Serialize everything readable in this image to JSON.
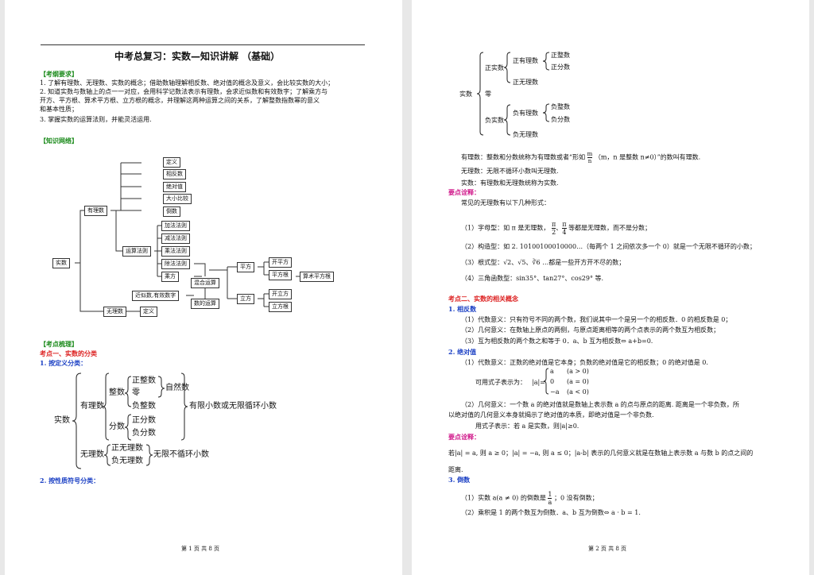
{
  "page1": {
    "title": "中考总复习：实数—知识讲解 （基础）",
    "sec_req": "【考纲要求】",
    "req": [
      "1. 了解有理数、无理数、实数的概念；借助数轴理解相反数、绝对值的概念及意义，会比较实数的大小；",
      "2. 知道实数与数轴上的点一一对应，会用科学记数法表示有理数，会求近似数和有效数字；了解乘方与",
      "    开方、平方根、算术平方根、立方根的概念，并理解这两种运算之间的关系，了解整数指数幂的意义",
      "    和基本性质；",
      "3. 掌握实数的运算法则，并能灵活运用."
    ],
    "sec_net": "【知识网络】",
    "net": {
      "root": "实数",
      "rational": "有理数",
      "irrational": "无理数",
      "def": "定义",
      "rat_items": [
        "定义",
        "相反数",
        "绝对值",
        "大小比较",
        "倒数"
      ],
      "ops": "运算法则",
      "op_items": [
        "加法法则",
        "减法法则",
        "乘法法则",
        "除法法则",
        "乘方"
      ],
      "mixed": "混合运算",
      "approx": "近似数,有效数字",
      "num_ops": "数的运算",
      "square": "平方",
      "cube": "立方",
      "sq_items": [
        "开平方",
        "平方根",
        "算术平方根"
      ],
      "cb_items": [
        "开立方",
        "立方根"
      ]
    },
    "sec_sort": "【考点梳理】",
    "kp1": "考点一、实数的分类",
    "def_class": "1. 按定义分类：",
    "cls": {
      "real": "实数",
      "rational": "有理数",
      "integer": "整数",
      "int_items": [
        "正整数",
        "零",
        "负整数"
      ],
      "natural": "自然数",
      "fraction": "分数",
      "frac_items": [
        "正分数",
        "负分数"
      ],
      "rat_note": "有限小数或无限循环小数",
      "irrational": "无理数",
      "irr_items": [
        "正无理数",
        "负无理数"
      ],
      "irr_note": "无限不循环小数"
    },
    "sign_class": "2. 按性质符号分类：",
    "footer": "第 1 页 共 8 页"
  },
  "page2": {
    "tree": {
      "real": "实数",
      "pos_real": "正实数",
      "pos_rat": "正有理数",
      "pos_rat_items": [
        "正整数",
        "正分数"
      ],
      "pos_irr": "正无理数",
      "zero": "零",
      "neg_real": "负实数",
      "neg_rat": "负有理数",
      "neg_rat_items": [
        "负整数",
        "负分数"
      ],
      "neg_irr": "负无理数"
    },
    "def_rat_a": "有理数：整数和分数统称为有理数或者“形如",
    "def_rat_num": "m",
    "def_rat_den": "n",
    "def_rat_b": "（m，n 是整数 n≠0）”的数叫有理数.",
    "def_irr": "无理数：无限不循环小数叫无理数.",
    "def_real": "实数：有理数和无理数统称为实数.",
    "key1": "要点诠释：",
    "common": "常见的无理数有以下几种形式：",
    "f1a": "（1）字母型：如 π 是无理数，",
    "f1_frac1": [
      "π",
      "2"
    ],
    "f1_sep": "、",
    "f1_frac2": [
      "π",
      "4"
    ],
    "f1b": "等都是无理数，而不是分数；",
    "f2": "（2）构造型：如 2. 10100100010000…（每两个 1 之间依次多一个 0）就是一个无限不循环的小数；",
    "f3": "（3）根式型：√2、√5、∛6 …都是一些开方开不尽的数；",
    "f4": "（4）三角函数型：sin35°、tan27°、cos29° 等.",
    "kp2": "考点二、实数的相关概念",
    "opp_h": "1. 相反数",
    "opp": [
      "（1）代数意义：只有符号不同的两个数，我们说其中一个是另一个的相反数．0 的相反数是 0；",
      "（2）几何意义：在数轴上原点的两侧，与原点距离相等的两个点表示的两个数互为相反数；",
      "（3）互为相反数的两个数之和等于 0．a、b 互为相反数⇔ a+b=0."
    ],
    "abs_h": "2. 绝对值",
    "abs1": "（1）代数意义：正数的绝对值是它本身；负数的绝对值是它的相反数；0 的绝对值是 0.",
    "abs_formula_label": "可用式子表示为：",
    "abs_lhs": "|a|=",
    "abs_cases": [
      [
        "a",
        "(a > 0)"
      ],
      [
        "0",
        "(a = 0)"
      ],
      [
        "−a",
        "(a < 0)"
      ]
    ],
    "abs2a": "（2）几何意义：一个数 a 的绝对值就是数轴上表示数 a 的点与原点的距离. 距离是一个非负数，所",
    "abs2b": "以绝对值的几何意义本身就揭示了绝对值的本质，即绝对值是一个非负数.",
    "abs3": "用式子表示：若 a 是实数，则|a|≥0.",
    "key2": "要点诠释：",
    "note_a": "若|a| = a, 则 a ≥ 0；|a| = −a, 则 a ≤ 0；|a-b| 表示的几何意义就是在数轴上表示数 a 与数 b 的点之间的",
    "note_b": "距离.",
    "rec_h": "3. 倒数",
    "rec1a": "（1）实数 a(a ≠ 0) 的倒数是",
    "rec1_frac": [
      "1",
      "a"
    ],
    "rec1b": "；0 没有倒数；",
    "rec2": "（2）乘积是 1 的两个数互为倒数．a、b 互为倒数⇔ a · b = 1.",
    "footer": "第 2 页 共 8 页"
  }
}
